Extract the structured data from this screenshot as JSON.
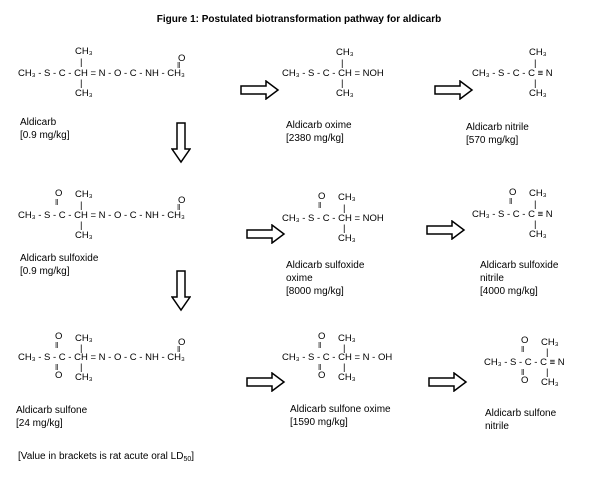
{
  "title": "Figure 1:  Postulated biotransformation pathway for aldicarb",
  "compounds": [
    {
      "id": "aldicarb",
      "formula_main": "CH₃ - S - C - CH = N - O - C - NH - CH₃",
      "name_line1": "Aldicarb",
      "name_line2": "",
      "ld50": "[0.9 mg/kg]"
    },
    {
      "id": "aldicarb-oxime",
      "formula_main": "CH₃ - S - C - CH = NOH",
      "name_line1": "Aldicarb oxime",
      "name_line2": "",
      "ld50": "[2380 mg/kg]"
    },
    {
      "id": "aldicarb-nitrile",
      "formula_main": "CH₃ - S - C - C ≡ N",
      "name_line1": "Aldicarb nitrile",
      "name_line2": "",
      "ld50": "[570 mg/kg]"
    },
    {
      "id": "aldicarb-sulfoxide",
      "formula_main": "CH₃ - S - C - CH = N - O - C - NH - CH₃",
      "name_line1": "Aldicarb sulfoxide",
      "name_line2": "",
      "ld50": "[0.9 mg/kg]"
    },
    {
      "id": "aldicarb-sulfoxide-oxime",
      "formula_main": "CH₃ - S - C - CH = NOH",
      "name_line1": "Aldicarb sulfoxide",
      "name_line2": "oxime",
      "ld50": "[8000 mg/kg]"
    },
    {
      "id": "aldicarb-sulfoxide-nitrile",
      "formula_main": "CH₃ - S - C - C ≡ N",
      "name_line1": "Aldicarb sulfoxide",
      "name_line2": "nitrile",
      "ld50": "[4000 mg/kg]"
    },
    {
      "id": "aldicarb-sulfone",
      "formula_main": "CH₃ - S - C - CH = N - O - C - NH - CH₃",
      "name_line1": "Aldicarb sulfone",
      "name_line2": "",
      "ld50": "[24 mg/kg]"
    },
    {
      "id": "aldicarb-sulfone-oxime",
      "formula_main": "CH₃ - S - C - CH = N - OH",
      "name_line1": "Aldicarb sulfone oxime",
      "name_line2": "",
      "ld50": "[1590 mg/kg]"
    },
    {
      "id": "aldicarb-sulfone-nitrile",
      "formula_main": "CH₃ - S - C - C ≡ N",
      "name_line1": "Aldicarb sulfone",
      "name_line2": "nitrile",
      "ld50": ""
    }
  ],
  "groups": {
    "ch3": "CH₃",
    "o": "O"
  },
  "note": {
    "text": "[Value in brackets is rat acute oral LD",
    "subscript": "50",
    "close": "]"
  }
}
